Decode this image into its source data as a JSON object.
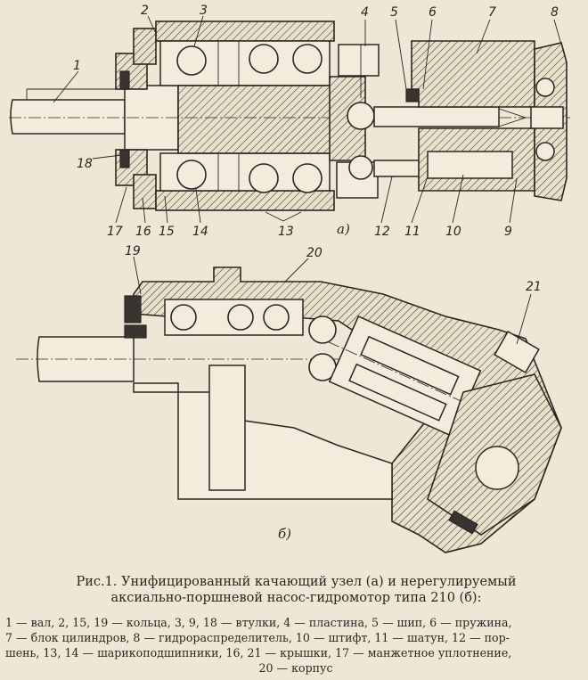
{
  "figure": {
    "callouts_a": {
      "1": "1",
      "2": "2",
      "3": "3",
      "4": "4",
      "5": "5",
      "6": "6",
      "7": "7",
      "8": "8",
      "9": "9",
      "10": "10",
      "11": "11",
      "12": "12",
      "13": "13",
      "14": "14",
      "15": "15",
      "16": "16",
      "17": "17",
      "18": "18"
    },
    "callouts_b": {
      "19": "19",
      "20": "20",
      "21": "21"
    },
    "sub_a": "а)",
    "sub_b": "б)"
  },
  "caption": {
    "line1": "Рис.1. Унифицированный качающий узел (а) и нерегулируемый",
    "line2": "аксиально-поршневой насос-гидромотор типа 210 (б):"
  },
  "legend": {
    "line1": "1 — вал, 2, 15, 19 — кольца, 3, 9, 18 — втулки, 4 — пластина, 5 — шип, 6 — пружина,",
    "line2": "7 — блок цилиндров, 8 — гидрораспределитель, 10 — штифт, 11 — шатун, 12 — пор-",
    "line3": "шень, 13, 14 — шарикоподшипники, 16, 21 — крышки, 17 — манжетное уплотнение,",
    "line4": "20 — корпус"
  }
}
